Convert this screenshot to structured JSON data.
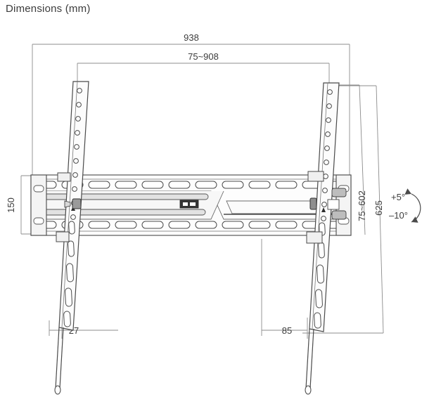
{
  "title": "Dimensions (mm)",
  "drawing": {
    "type": "technical-dimension-drawing",
    "subject": "tilting tv wall mount bracket",
    "units": "mm"
  },
  "dimensions": {
    "overall_width": "938",
    "mounting_width_range": "75~908",
    "rail_height": "150",
    "vertical_arm_range": "75~602",
    "overall_height": "625",
    "left_depth": "27",
    "right_depth": "85"
  },
  "tilt": {
    "up_angle": "+5°",
    "down_angle": "–10°"
  },
  "colors": {
    "line": "#4a4a4a",
    "dimension_line": "#888888",
    "text": "#3c3c3c",
    "fill_light": "#f2f2f2",
    "fill_mid": "#c9c9c9",
    "fill_dark": "#3a3a3a",
    "background": "#ffffff"
  }
}
